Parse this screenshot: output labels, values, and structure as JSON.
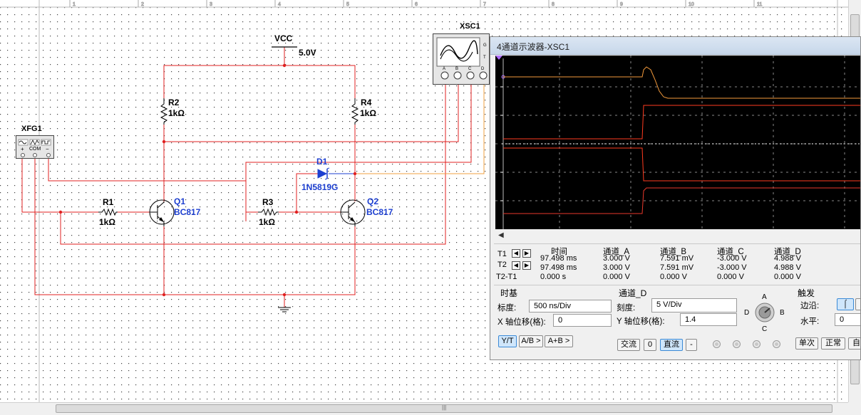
{
  "schematic": {
    "vcc": {
      "label": "VCC",
      "value": "5.0V"
    },
    "resistors": [
      {
        "ref": "R2",
        "value": "1kΩ"
      },
      {
        "ref": "R4",
        "value": "1kΩ"
      },
      {
        "ref": "R1",
        "value": "1kΩ"
      },
      {
        "ref": "R3",
        "value": "1kΩ"
      }
    ],
    "transistors": [
      {
        "ref": "Q1",
        "model": "BC817"
      },
      {
        "ref": "Q2",
        "model": "BC817"
      }
    ],
    "diode": {
      "ref": "D1",
      "model": "1N5819G"
    },
    "function_generator": {
      "ref": "XFG1",
      "pins": [
        "+",
        "COM",
        "−"
      ]
    },
    "scope_icon": {
      "ref": "XSC1",
      "channels": [
        "A",
        "B",
        "C",
        "D"
      ],
      "side_pins": [
        "G",
        "T"
      ]
    },
    "ruler_marks": [
      "1",
      "2",
      "3",
      "4",
      "5",
      "6",
      "7",
      "8",
      "9",
      "10",
      "11"
    ]
  },
  "oscilloscope": {
    "title": "4通道示波器-XSC1",
    "trace_colors": {
      "A": "#ff3b1f",
      "B": "#e8382b",
      "C": "#ff3b1f",
      "D": "#f39a3c",
      "white": "#ffffff"
    },
    "cursors": {
      "headers": [
        "时间",
        "通道_A",
        "通道_B",
        "通道_C",
        "通道_D"
      ],
      "rows": [
        {
          "label": "T1",
          "values": [
            "97.498 ms",
            "3.000 V",
            "7.591 mV",
            "-3.000 V",
            "4.988 V"
          ]
        },
        {
          "label": "T2",
          "values": [
            "97.498 ms",
            "3.000 V",
            "7.591 mV",
            "-3.000 V",
            "4.988 V"
          ]
        },
        {
          "label": "T2-T1",
          "values": [
            "0.000 s",
            "0.000 V",
            "0.000 V",
            "0.000 V",
            "0.000 V"
          ]
        }
      ]
    },
    "timebase": {
      "title": "时基",
      "scale_label": "标度:",
      "scale_value": "500 ns/Div",
      "xpos_label": "X 轴位移(格):",
      "xpos_value": "0",
      "buttons": [
        "Y/T",
        "A/B >",
        "A+B >"
      ]
    },
    "channel": {
      "title": "通道_D",
      "scale_label": "刻度:",
      "scale_value": "5  V/Div",
      "ypos_label": "Y 轴位移(格):",
      "ypos_value": "1.4",
      "buttons": [
        "交流",
        "0",
        "直流",
        "-"
      ],
      "knob_labels": [
        "A",
        "B",
        "C",
        "D"
      ]
    },
    "trigger": {
      "title": "触发",
      "edge_label": "边沿:",
      "level_label": "水平:",
      "level_value": "0",
      "buttons": [
        "单次",
        "正常",
        "自动"
      ]
    }
  }
}
